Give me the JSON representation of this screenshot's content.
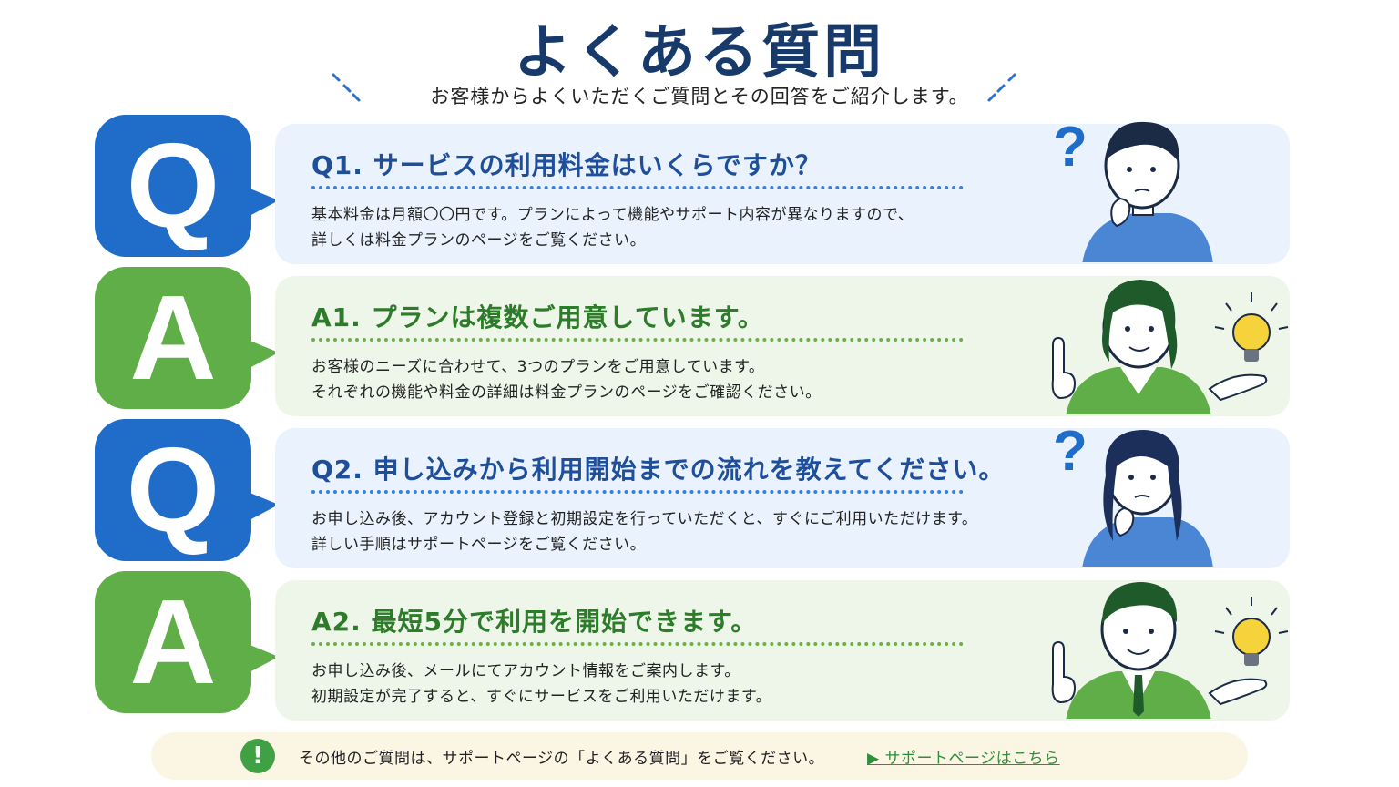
{
  "header": {
    "title": "よくある質問",
    "subtitle": "お客様からよくいただくご質問とその回答をご紹介します。"
  },
  "faq": [
    {
      "type": "Q",
      "badge": "Q",
      "heading": "Q1. サービスの利用料金はいくらですか？",
      "line1": "基本料金は月額〇〇円です。プランによって機能やサポート内容が異なりますので、",
      "line2": "詳しくは料金プランのページをご覧ください。"
    },
    {
      "type": "A",
      "badge": "A",
      "heading": "A1. プランは複数ご用意しています。",
      "line1": "お客様のニーズに合わせて、3つのプランをご用意しています。",
      "line2": "それぞれの機能や料金の詳細は料金プランのページをご確認ください。"
    },
    {
      "type": "Q",
      "badge": "Q",
      "heading": "Q2. 申し込みから利用開始までの流れを教えてください。",
      "line1": "お申し込み後、アカウント登録と初期設定を行っていただくと、すぐにご利用いただけます。",
      "line2": "詳しい手順はサポートページをご覧ください。"
    },
    {
      "type": "A",
      "badge": "A",
      "heading": "A2. 最短5分で利用を開始できます。",
      "line1": "お申し込み後、メールにてアカウント情報をご案内します。",
      "line2": "初期設定が完了すると、すぐにサービスをご利用いただけます。"
    }
  ],
  "notice": {
    "icon_mark": "!",
    "text": "その他のご質問は、サポートページの「よくある質問」をご覧ください。",
    "link": "▶ サポートページはこちら"
  },
  "colors": {
    "question_blue": "#1f6cc9",
    "answer_green": "#5fae47",
    "title_navy": "#173a6b"
  },
  "icons": [
    "question-mark-icon",
    "lightbulb-icon",
    "exclamation-icon",
    "play-arrow-icon"
  ]
}
